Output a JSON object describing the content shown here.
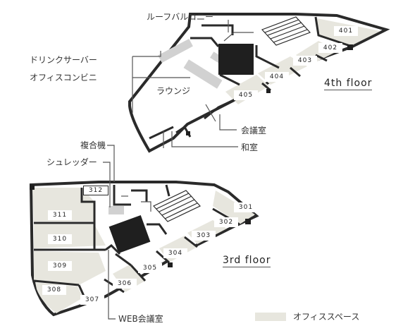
{
  "colors": {
    "wall": "#2a2a2a",
    "office": "#e7e6de",
    "equipment": "#d1d1d1",
    "dark": "#1f1f1f"
  },
  "floors": {
    "fourth": {
      "title": "4th floor",
      "rooms": [
        "401",
        "402",
        "403",
        "404",
        "405"
      ]
    },
    "third": {
      "title": "3rd floor",
      "rooms": [
        "301",
        "302",
        "303",
        "304",
        "305",
        "306",
        "307",
        "308",
        "309",
        "310",
        "311",
        "312"
      ]
    }
  },
  "labels": {
    "roof_balcony": "ルーフバルコニー",
    "drink_server": "ドリンクサーバー",
    "office_convenience": "オフィスコンビニ",
    "lounge": "ラウンジ",
    "meeting_room": "会議室",
    "japanese_room": "和室",
    "copier": "複合機",
    "shredder": "シュレッダー",
    "web_meeting_room": "WEB会議室"
  },
  "legend": {
    "office_space": "オフィススペース"
  }
}
